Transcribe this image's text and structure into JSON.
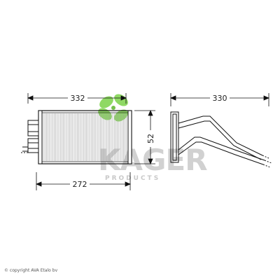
{
  "dimensions": {
    "top_width": "332",
    "right_width": "330",
    "height": "52",
    "bottom_width": "272"
  },
  "watermark": {
    "brand": "KAGER",
    "tagline": "PRODUCTS"
  },
  "copyright": "© copyright AVA Etalo bv",
  "colors": {
    "line": "#111111",
    "fin": "#9a9a9a",
    "watermark_text": "#c9c9c9",
    "watermark_leaf": "#7cd34a"
  }
}
